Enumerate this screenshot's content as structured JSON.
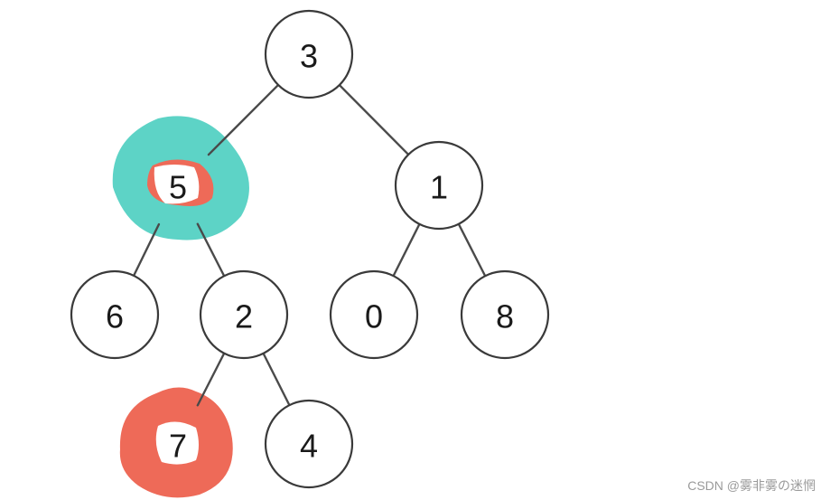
{
  "tree": {
    "nodes": [
      {
        "id": "n3",
        "label": "3"
      },
      {
        "id": "n5",
        "label": "5",
        "highlight": "teal"
      },
      {
        "id": "n1",
        "label": "1"
      },
      {
        "id": "n6",
        "label": "6"
      },
      {
        "id": "n2",
        "label": "2"
      },
      {
        "id": "n0",
        "label": "0"
      },
      {
        "id": "n8",
        "label": "8"
      },
      {
        "id": "n7",
        "label": "7",
        "highlight": "red"
      },
      {
        "id": "n4",
        "label": "4"
      }
    ],
    "edges": [
      [
        "n3",
        "n5"
      ],
      [
        "n3",
        "n1"
      ],
      [
        "n5",
        "n6"
      ],
      [
        "n5",
        "n2"
      ],
      [
        "n1",
        "n0"
      ],
      [
        "n1",
        "n8"
      ],
      [
        "n2",
        "n7"
      ],
      [
        "n2",
        "n4"
      ]
    ]
  },
  "colors": {
    "teal_highlight": "#5dd3c6",
    "red_highlight": "#ee6a58",
    "node_stroke": "#3a3a3a",
    "edge": "#4a4a4a"
  },
  "watermark": {
    "text": "CSDN @雾非雾の迷惘"
  }
}
